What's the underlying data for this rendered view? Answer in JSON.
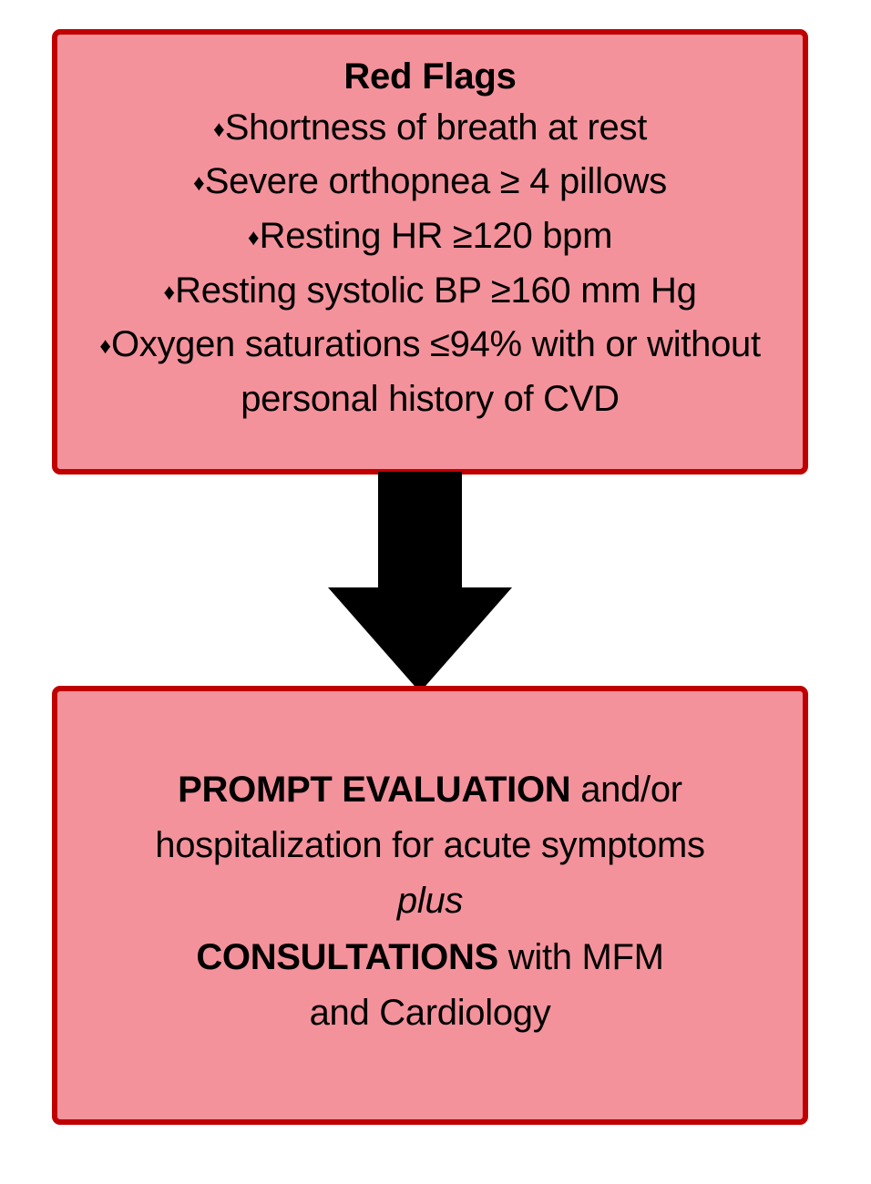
{
  "diagram": {
    "type": "flowchart",
    "orientation": "vertical",
    "node_count": 2,
    "connector_count": 1
  },
  "colors": {
    "box_fill": "#F4929B",
    "box_border": "#C00000",
    "arrow": "#000000",
    "text": "#000000",
    "page_background": "#FFFFFF"
  },
  "red_flags_box": {
    "title": "Red Flags",
    "bullet_glyph": "♦",
    "items": [
      "Shortness of breath at rest",
      "Severe orthopnea ≥ 4 pillows",
      "Resting HR ≥120 bpm",
      "Resting systolic BP ≥160 mm Hg",
      "Oxygen saturations ≤94% with or without personal history of CVD"
    ]
  },
  "connector": {
    "name": "down-arrow",
    "direction": "down",
    "from": "Red Flags",
    "to": "PROMPT EVALUATION and/or hospitalization for acute symptoms plus CONSULTATIONS with MFM and Cardiology"
  },
  "action_box": {
    "lines": [
      {
        "bold_text": "PROMPT EVALUATION",
        "normal_text": " and/or"
      },
      {
        "bold_text": "",
        "normal_text": "hospitalization for acute symptoms"
      },
      {
        "italic_text": "plus"
      },
      {
        "bold_text": "CONSULTATIONS",
        "normal_text": " with MFM"
      },
      {
        "bold_text": "",
        "normal_text": "and Cardiology"
      }
    ]
  }
}
